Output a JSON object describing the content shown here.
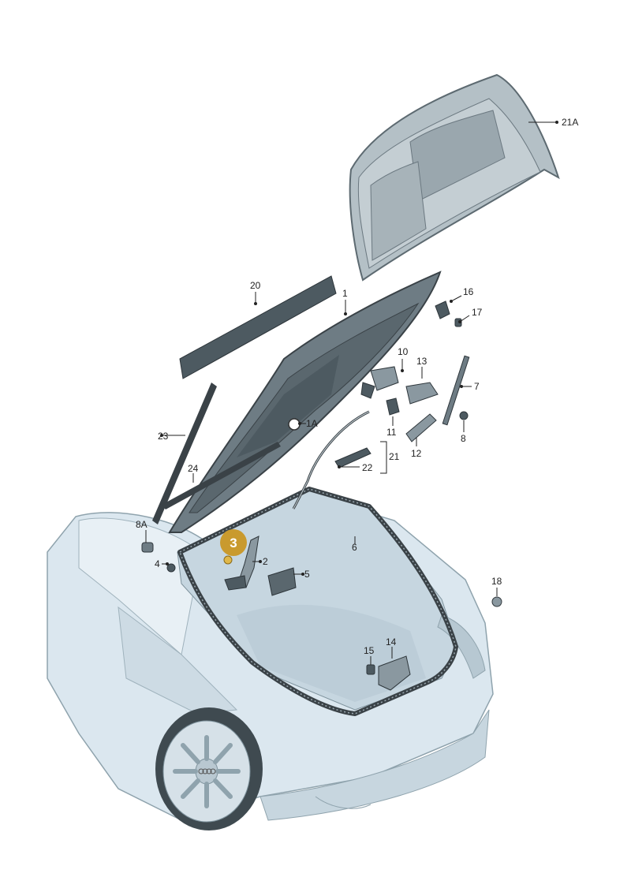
{
  "diagram": {
    "highlight": {
      "label": "3",
      "color": "#c99a2e"
    },
    "callouts": {
      "p21A": "21A",
      "p20": "20",
      "p1": "1",
      "p16": "16",
      "p17": "17",
      "p10": "10",
      "p13": "13",
      "p7": "7",
      "p11": "11",
      "p12": "12",
      "p8": "8",
      "p1A": "1A",
      "p21": "21",
      "p22": "22",
      "p23": "23",
      "p24": "24",
      "p8A": "8A",
      "p4": "4",
      "p2": "2",
      "p5": "5",
      "p6": "6",
      "p18": "18",
      "p15": "15",
      "p14": "14"
    },
    "colors": {
      "car_body": "#d8e6ee",
      "car_outline": "#8fa3ad",
      "lid": "#8a98a0",
      "lid_dark": "#4d5a61",
      "lining": "#b4c0c6",
      "seal": "#3a4247"
    }
  }
}
